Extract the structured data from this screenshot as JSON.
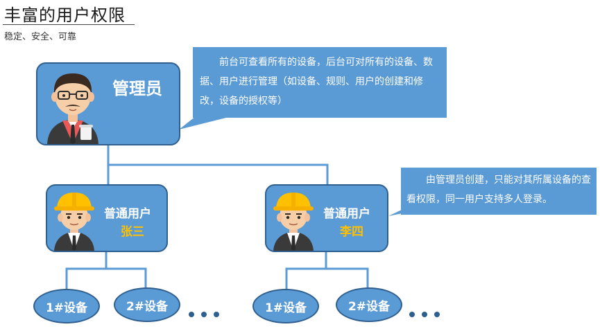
{
  "header": {
    "title": "丰富的用户权限",
    "subtitle": "稳定、安全、可靠"
  },
  "admin": {
    "label": "管理员",
    "callout": "前台可查看所有的设备，后台可对所有的设备、数据、用户进行管理（如设备、规则、用户的创建和修改，设备的授权等）"
  },
  "users": [
    {
      "label": "普通用户",
      "name": "张三"
    },
    {
      "label": "普通用户",
      "name": "李四"
    }
  ],
  "user_callout": "由管理员创建，只能对其所属设备的查看权限，同一用户支持多人登录。",
  "devices": {
    "first": "1#设备",
    "second": "2#设备"
  },
  "colors": {
    "box_fill": "#5b9bd5",
    "box_border": "#2f5f8f",
    "name_color": "#ffc000",
    "line_color": "#5b9bd5"
  },
  "icons": {
    "admin_avatar": "manager-avatar-icon",
    "user_avatar": "worker-hardhat-avatar-icon",
    "more": "ellipsis-dots-icon"
  }
}
